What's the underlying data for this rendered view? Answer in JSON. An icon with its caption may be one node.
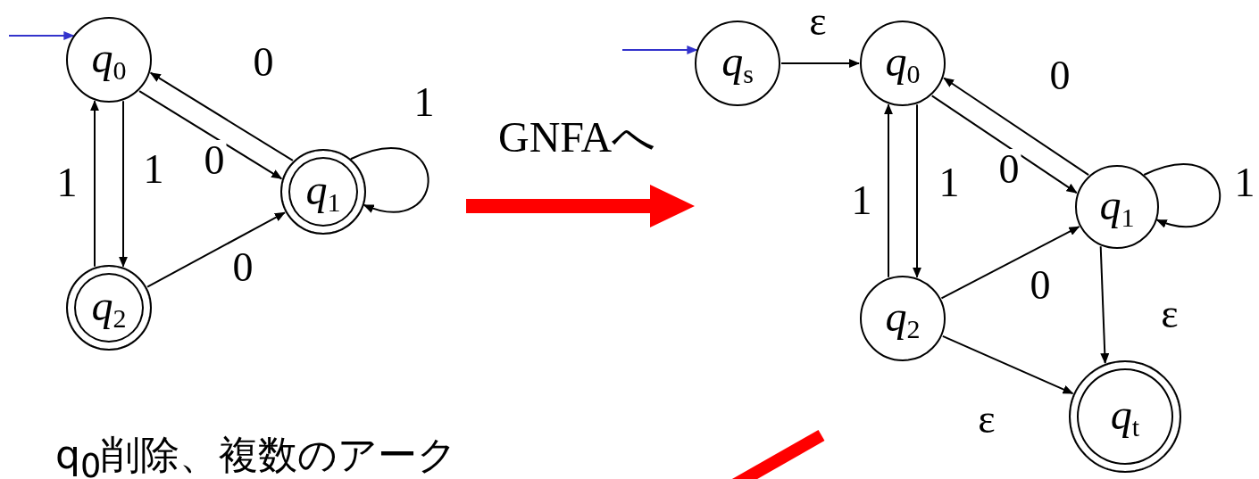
{
  "diagram": {
    "nodes": [
      {
        "text": [
          "q$_{0}$"
        ]
      },
      {
        "text": [
          "q$_{1}$"
        ]
      },
      {
        "text": [
          "q$_{2}$"
        ]
      },
      {
        "text": [
          "q$_{s}$"
        ]
      },
      {
        "text": [
          "q$_{0}$"
        ]
      },
      {
        "text": [
          "q$_{1}$"
        ]
      },
      {
        "text": [
          "q$_{2}$"
        ]
      },
      {
        "text": [
          "q$_{t}$"
        ]
      }
    ],
    "edges": [
      {
        "from": null,
        "to": 0,
        "arrow": "to",
        "color": "#3333cc"
      },
      {
        "from": 0,
        "to": 1,
        "arrow": "to",
        "label": "0"
      },
      {
        "from": 1,
        "to": 0,
        "arrow": "to",
        "label": "0"
      },
      {
        "from": 1,
        "to": 1,
        "arrow": "to",
        "label": "1"
      },
      {
        "from": 0,
        "to": 2,
        "arrow": "to",
        "label": "1"
      },
      {
        "from": 2,
        "to": 0,
        "arrow": "to",
        "label": "1"
      },
      {
        "from": 2,
        "to": 1,
        "arrow": "to",
        "label": "0"
      },
      {
        "from": null,
        "to": 3,
        "arrow": "to",
        "color": "#3333cc"
      },
      {
        "from": 3,
        "to": 4,
        "arrow": "to",
        "label": "ε"
      },
      {
        "from": 4,
        "to": 5,
        "arrow": "to",
        "label": "0"
      },
      {
        "from": 5,
        "to": 4,
        "arrow": "to",
        "label": "0"
      },
      {
        "from": 5,
        "to": 5,
        "arrow": "to",
        "label": "1"
      },
      {
        "from": 4,
        "to": 6,
        "arrow": "to",
        "label": "1"
      },
      {
        "from": 6,
        "to": 4,
        "arrow": "to",
        "label": "1"
      },
      {
        "from": 6,
        "to": 5,
        "arrow": "to",
        "label": "0"
      },
      {
        "from": 5,
        "to": 7,
        "arrow": "to",
        "label": "ε"
      },
      {
        "from": 6,
        "to": 7,
        "arrow": "to",
        "label": "ε"
      }
    ],
    "labels": [
      "GNFAへ",
      "q$_{0}$削除、複数のアーク"
    ]
  }
}
